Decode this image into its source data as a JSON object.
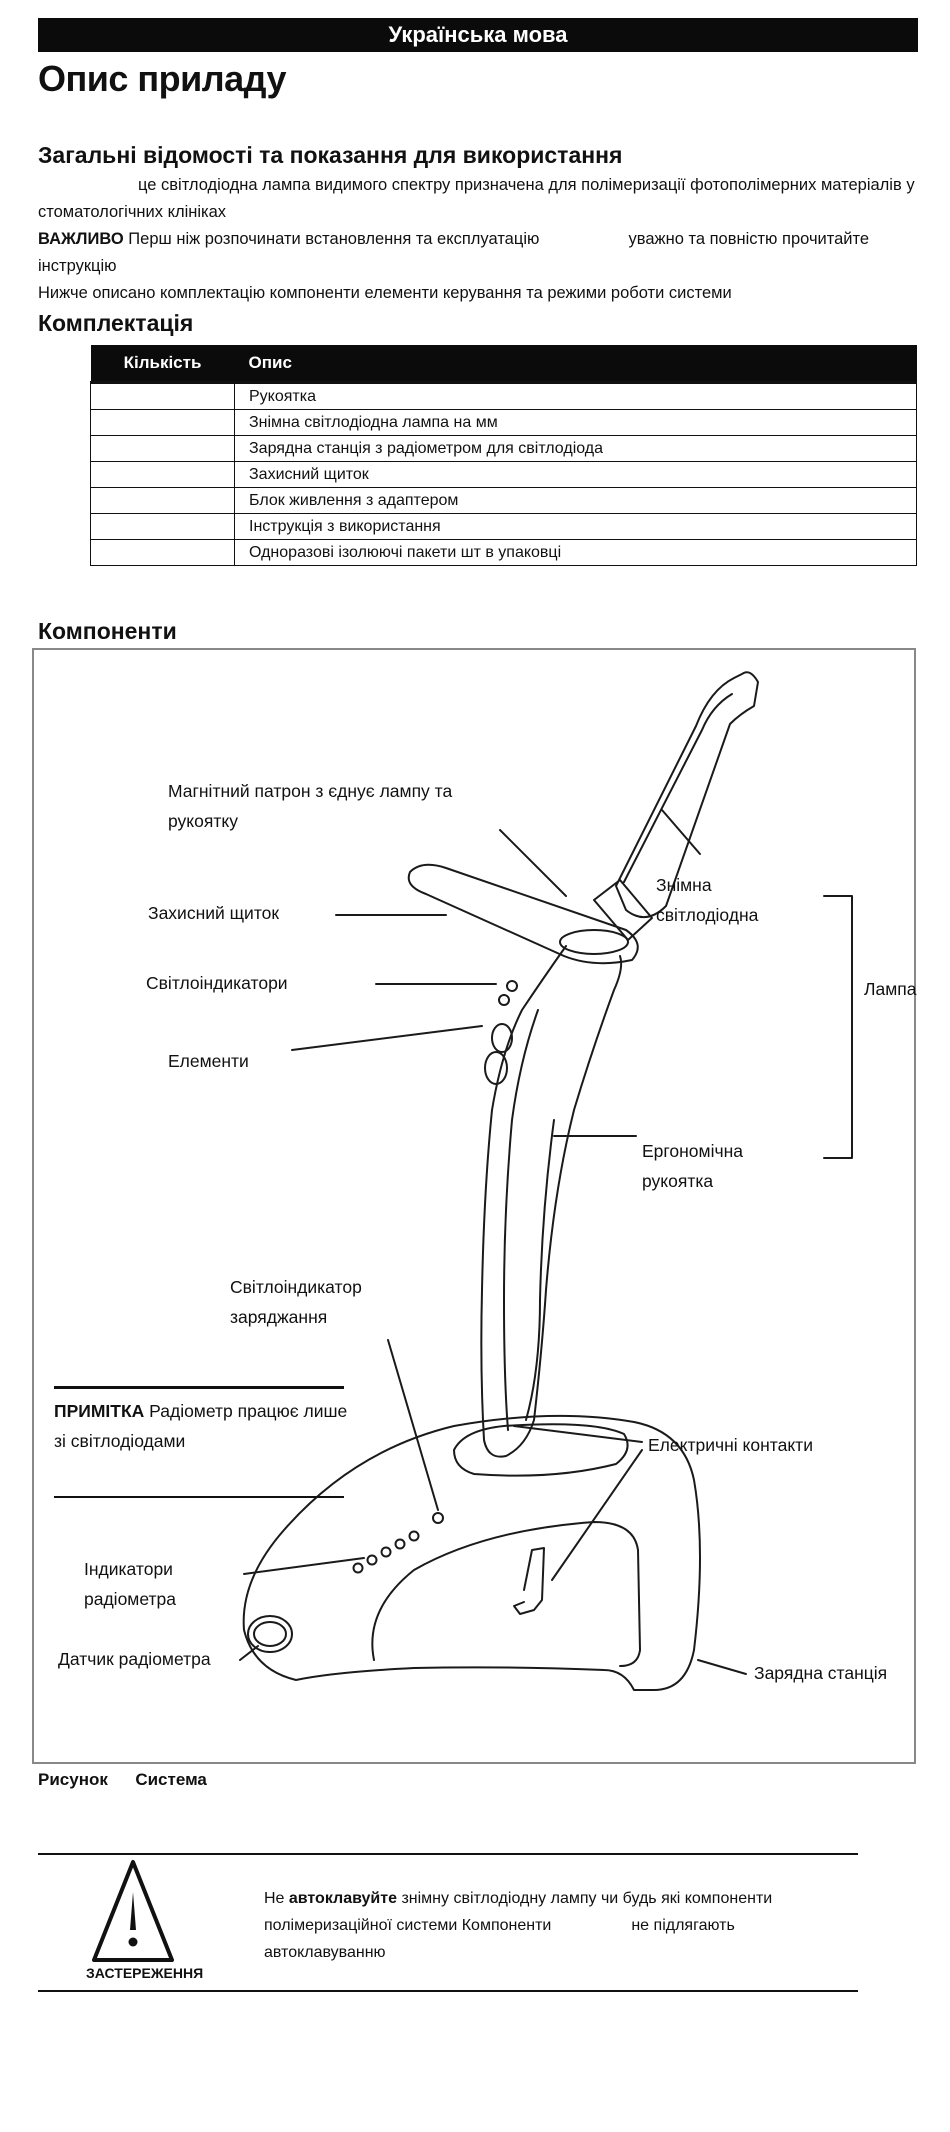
{
  "header": {
    "language_bar": "Українська мова"
  },
  "title": "Опис приладу",
  "general": {
    "heading": "Загальні відомості та показання для використання",
    "line1": "це світлодіодна лампа видимого спектру  призначена для полімеризації фотополімерних матеріалів у",
    "line2": "стоматологічних клініках",
    "important_label": "ВАЖЛИВО",
    "line3a": "Перш ніж розпочинати встановлення та експлуатацію",
    "line3b": "уважно та повністю прочитайте інструкцію",
    "line4": "Нижче описано комплектацію  компоненти  елементи керування та режими роботи системи"
  },
  "kit": {
    "heading": "Комплектація",
    "columns": [
      "Кількість",
      "Опис"
    ],
    "rows": [
      {
        "qty": "",
        "desc": "Рукоятка"
      },
      {
        "qty": "",
        "desc": "Знімна світлодіодна лампа на    мм"
      },
      {
        "qty": "",
        "desc": "Зарядна станція з радіометром для світлодіода"
      },
      {
        "qty": "",
        "desc": "Захисний щиток"
      },
      {
        "qty": "",
        "desc": "Блок живлення з адаптером"
      },
      {
        "qty": "",
        "desc": "Інструкція з використання"
      },
      {
        "qty": "",
        "desc": "Одноразові ізолюючі пакети                    шт  в упаковці"
      }
    ]
  },
  "components": {
    "heading": "Компоненти",
    "labels": {
      "magnetic_1": "Магнітний патрон  з єднує лампу та",
      "magnetic_2": "рукоятку",
      "shield": "Захисний щиток",
      "light_indicators": "Світлоіндикатори",
      "elements": "Елементи",
      "removable_1": "Знімна",
      "removable_2": "світлодіодна",
      "lamp": "Лампа",
      "ergonomic_1": "Ергономічна",
      "ergonomic_2": "рукоятка",
      "charge_ind_1": "Світлоіндикатор",
      "charge_ind_2": "заряджання",
      "note_label": "ПРИМІТКА",
      "note_text_1": "Радіометр працює лише",
      "note_text_2": "зі світлодіодами",
      "contacts": "Електричні контакти",
      "radiometer_ind_1": "Індикатори",
      "radiometer_ind_2": "радіометра",
      "radiometer_sensor": "Датчик радіометра",
      "charging_station": "Зарядна станція"
    },
    "caption_label": "Рисунок",
    "caption_title": "Система"
  },
  "warning": {
    "icon": "warning-triangle-icon",
    "caption": "ЗАСТЕРЕЖЕННЯ",
    "text_prefix": "Не ",
    "text_bold": "автоклавуйте",
    "text_1": " знімну світлодіодну лампу чи будь  які компоненти",
    "text_2a": "полімеризаційної системи  Компоненти",
    "text_2b": "не підлягають",
    "text_3": "автоклавуванню"
  }
}
